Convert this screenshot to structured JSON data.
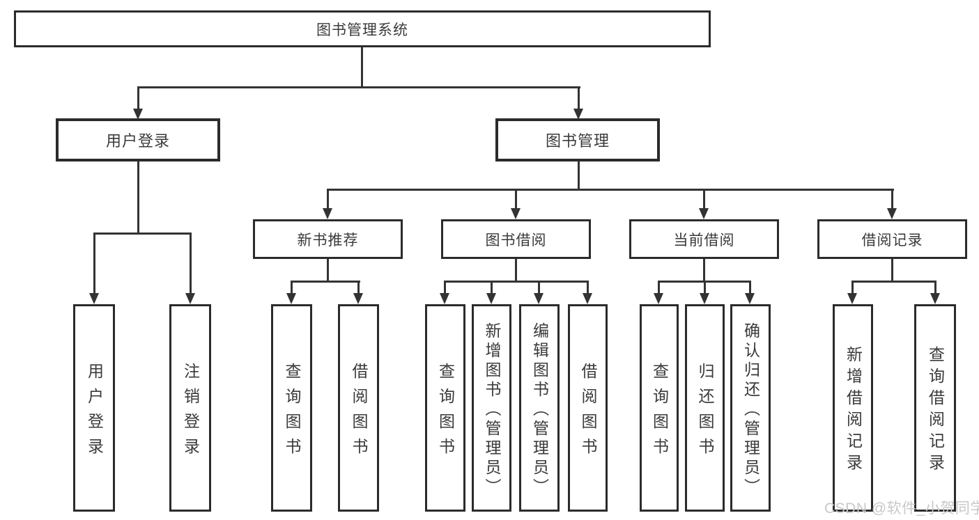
{
  "diagram": {
    "type": "hierarchy-tree",
    "root": {
      "label": "图书管理系统"
    },
    "branches": [
      {
        "label": "用户登录",
        "children": [
          {
            "label": "用户登录"
          },
          {
            "label": "注销登录"
          }
        ]
      },
      {
        "label": "图书管理",
        "children": [
          {
            "label": "新书推荐",
            "children": [
              {
                "label": "查询图书"
              },
              {
                "label": "借阅图书"
              }
            ]
          },
          {
            "label": "图书借阅",
            "children": [
              {
                "label": "查询图书"
              },
              {
                "label": "新增图书（管理员）"
              },
              {
                "label": "编辑图书（管理员）"
              },
              {
                "label": "借阅图书"
              }
            ]
          },
          {
            "label": "当前借阅",
            "children": [
              {
                "label": "查询图书"
              },
              {
                "label": "归还图书"
              },
              {
                "label": "确认归还（管理员）"
              }
            ]
          },
          {
            "label": "借阅记录",
            "children": [
              {
                "label": "新增借阅记录"
              },
              {
                "label": "查询借阅记录"
              }
            ]
          }
        ]
      }
    ]
  },
  "watermark": {
    "text": "CSDN @软件_小贺同学"
  },
  "colors": {
    "line": "#333333",
    "box_border": "#2b2b2b",
    "text": "#3a3a3a",
    "background": "#ffffff",
    "watermark": "#c8c8c8"
  }
}
